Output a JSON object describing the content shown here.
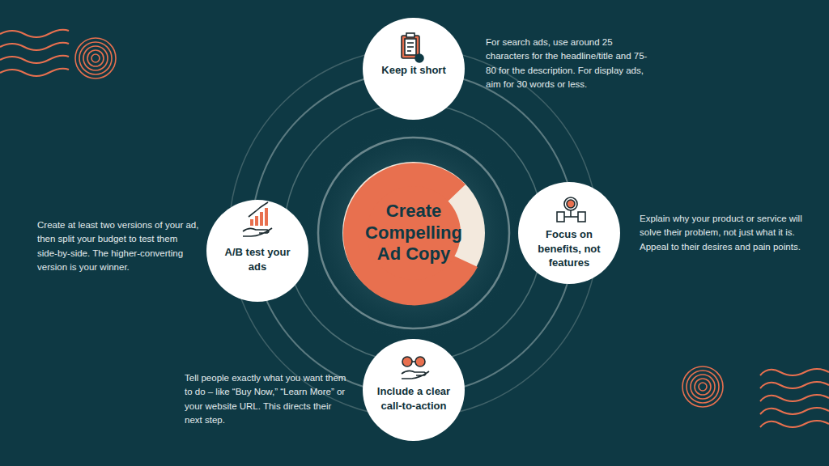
{
  "diagram": {
    "nodes": [
      {
        "text": [
          "Create Compelling Ad Copy"
        ]
      },
      {
        "text": [
          "Keep it short",
          "For search ads, use around 25 characters for the headline/title and 75-80 for the description. For display ads, aim for 30 words or less."
        ]
      },
      {
        "text": [
          "A/B test your ads",
          "Create at least two versions of your ad, then split your budget to test them side-by-side. The higher-converting version is your winner."
        ]
      },
      {
        "text": [
          "Focus on benefits, not features",
          "Explain why your product or service will solve their problem, not just what it is. Appeal to their desires and pain points."
        ]
      },
      {
        "text": [
          "Include a clear call-to-action",
          "Tell people exactly what you want them to do – like “Buy Now,” “Learn More” or your website URL. This directs their next step."
        ]
      }
    ]
  }
}
